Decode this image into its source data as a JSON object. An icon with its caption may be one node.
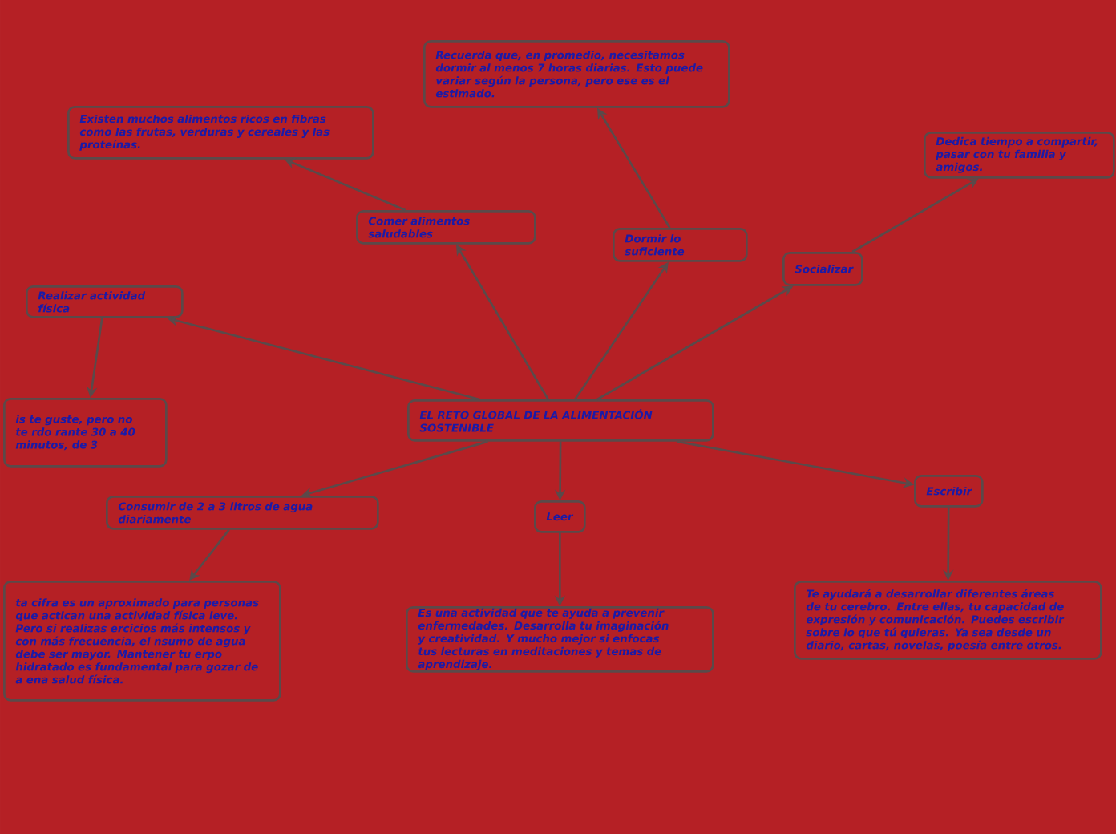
{
  "diagram": {
    "nodes": [
      {
        "text": [
          "EL RETO GLOBAL DE LA ALIMENTACIÓN SOSTENIBLE"
        ]
      },
      {
        "text": [
          "Comer alimentos saludables"
        ]
      },
      {
        "text": [
          "Existen muchos alimentos ricos en fibras como las frutas, verduras y cereales y las proteínas."
        ]
      },
      {
        "text": [
          "Dormir lo suficiente"
        ]
      },
      {
        "text": [
          "Recuerda que, en promedio, necesitamos dormir al menos 7 horas diarias. Esto puede variar según la persona, pero ese es el estimado."
        ]
      },
      {
        "text": [
          "Socializar"
        ]
      },
      {
        "text": [
          "Dedica tiempo a compartir, pasar con tu familia y amigos."
        ]
      },
      {
        "text": [
          "Realizar actividad física"
        ]
      },
      {
        "text": [
          "is te guste, pero no te rdo rante 30 a 40 minutos, de 3"
        ]
      },
      {
        "text": [
          "Consumir de 2 a 3 litros de agua diariamente"
        ]
      },
      {
        "text": [
          "ta cifra es un aproximado para personas que actican una actividad física leve. Pero si realizas ercicios más intensos y con más frecuencia, el nsumo de agua debe ser mayor. Mantener tu erpo hidratado es fundamental para gozar de a ena salud física."
        ]
      },
      {
        "text": [
          "Leer"
        ]
      },
      {
        "text": [
          "Es una actividad que te ayuda a prevenir enfermedades. Desarrolla tu imaginación y creatividad. Y mucho mejor si enfocas tus lecturas en meditaciones y temas de aprendizaje."
        ]
      },
      {
        "text": [
          "Escribir"
        ]
      },
      {
        "text": [
          "Te ayudará a desarrollar diferentes áreas de tu cerebro. Entre ellas, tu capacidad de expresión y comunicación. Puedes escribir sobre lo que tú quieras. Ya sea desde un diario, cartas, novelas, poesía entre otros."
        ]
      }
    ],
    "edges": [
      {
        "from": 0,
        "to": 1,
        "arrow": "to"
      },
      {
        "from": 1,
        "to": 2,
        "arrow": "to"
      },
      {
        "from": 0,
        "to": 3,
        "arrow": "to"
      },
      {
        "from": 3,
        "to": 4,
        "arrow": "to"
      },
      {
        "from": 0,
        "to": 5,
        "arrow": "to"
      },
      {
        "from": 5,
        "to": 6,
        "arrow": "to"
      },
      {
        "from": 0,
        "to": 7,
        "arrow": "to"
      },
      {
        "from": 7,
        "to": 8,
        "arrow": "to"
      },
      {
        "from": 0,
        "to": 9,
        "arrow": "to"
      },
      {
        "from": 9,
        "to": 10,
        "arrow": "to"
      },
      {
        "from": 0,
        "to": 11,
        "arrow": "to"
      },
      {
        "from": 11,
        "to": 12,
        "arrow": "to"
      },
      {
        "from": 0,
        "to": 13,
        "arrow": "to"
      },
      {
        "from": 13,
        "to": 14,
        "arrow": "to"
      }
    ]
  }
}
